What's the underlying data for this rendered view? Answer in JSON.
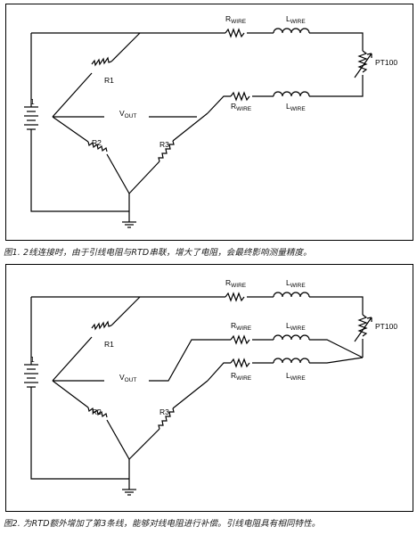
{
  "figure1": {
    "caption": "图1. 2线连接时，由于引线电阻与RTD串联，增大了电阻，会最终影响测量精度。",
    "labels": {
      "r_wire_main": "R",
      "r_wire_sub": "WIRE",
      "l_wire_main": "L",
      "l_wire_sub": "WIRE",
      "r_wire2_main": "R",
      "r_wire2_sub": "WIRE",
      "l_wire2_main": "L",
      "l_wire2_sub": "WIRE",
      "pt100": "PT100",
      "r1": "R1",
      "r2": "R2",
      "r3": "R3",
      "vout_main": "V",
      "vout_sub": "OUT",
      "battery": "1"
    }
  },
  "figure2": {
    "caption": "图2. 为RTD额外增加了第3条线，能够对线电阻进行补偿。引线电阻具有相同特性。",
    "labels": {
      "r_wire_top_main": "R",
      "r_wire_top_sub": "WIRE",
      "l_wire_top_main": "L",
      "l_wire_top_sub": "WIRE",
      "r_wire_mid_main": "R",
      "r_wire_mid_sub": "WIRE",
      "l_wire_mid_main": "L",
      "l_wire_mid_sub": "WIRE",
      "r_wire_bot_main": "R",
      "r_wire_bot_sub": "WIRE",
      "l_wire_bot_main": "L",
      "l_wire_bot_sub": "WIRE",
      "pt100": "PT100",
      "r1": "R1",
      "r2": "R2",
      "r3": "R3",
      "vout_main": "V",
      "vout_sub": "OUT",
      "battery": "1"
    }
  }
}
